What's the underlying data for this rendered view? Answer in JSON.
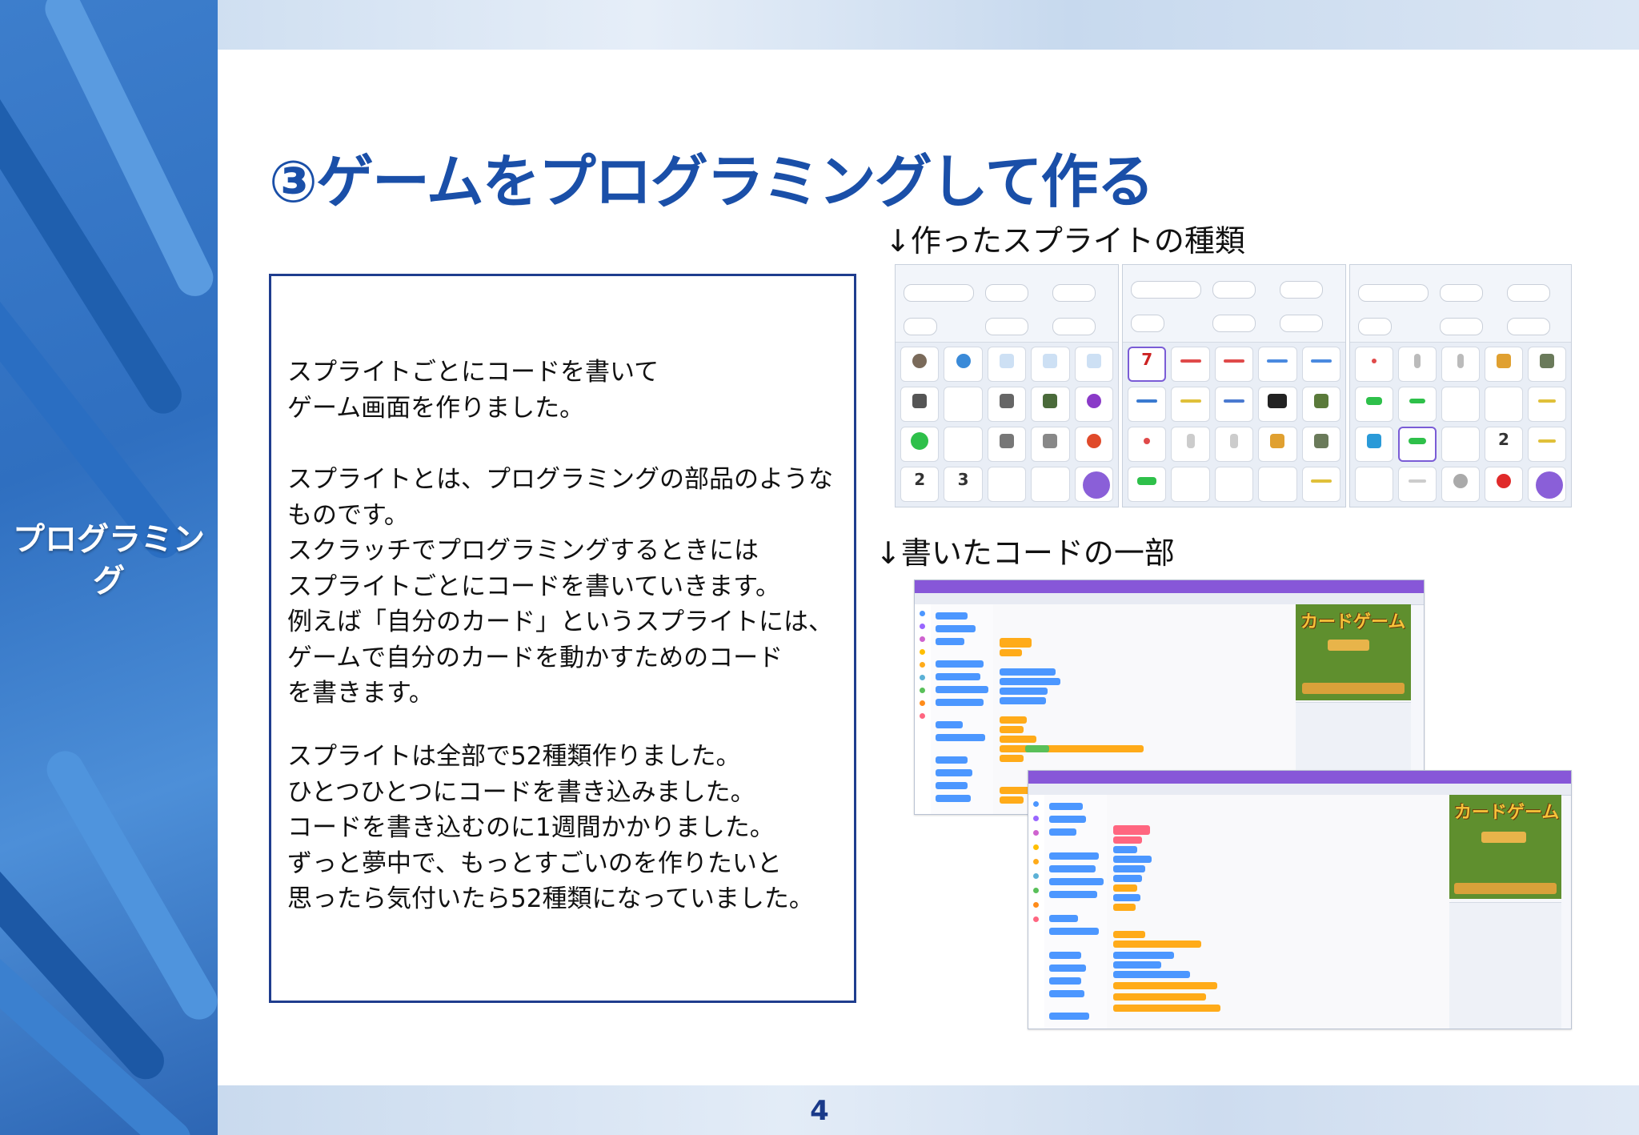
{
  "section_label_lines": [
    "プログラミン",
    "グ"
  ],
  "title": "③ゲームをプログラミングして作る",
  "body": {
    "paragraph1": [
      "スプライトごとにコードを書いて",
      "ゲーム画面を作りました。"
    ],
    "paragraph2": [
      "スプライトとは、プログラミングの部品のような",
      "ものです。",
      "スクラッチでプログラミングするときには",
      "スプライトごとにコードを書いていきます。",
      "例えば「自分のカード」というスプライトには、",
      "ゲームで自分のカードを動かすためのコード",
      "を書きます。"
    ],
    "paragraph3": [
      "スプライトは全部で52種類作りました。",
      "ひとつひとつにコードを書き込みました。",
      "コードを書き込むのに1週間かかりました。",
      "ずっと夢中で、もっとすごいのを作りたいと",
      "思ったら気付いたら52種類になっていました。"
    ]
  },
  "captions": {
    "sprites": "↓作ったスプライトの種類",
    "code": "↓書いたコードの一部"
  },
  "screenshots": {
    "sprite_panel_numbers": [
      "7",
      "2",
      "2",
      "3"
    ],
    "stage_title": "カードゲーム"
  },
  "page_number": "4",
  "colors": {
    "title": "#1a4fa8",
    "textbox_border": "#1f3d8e",
    "scratch_purple": "#8757d8",
    "block_blue": "#4c97ff",
    "block_orange": "#ffab19",
    "stage_green": "#5f8f2e"
  }
}
